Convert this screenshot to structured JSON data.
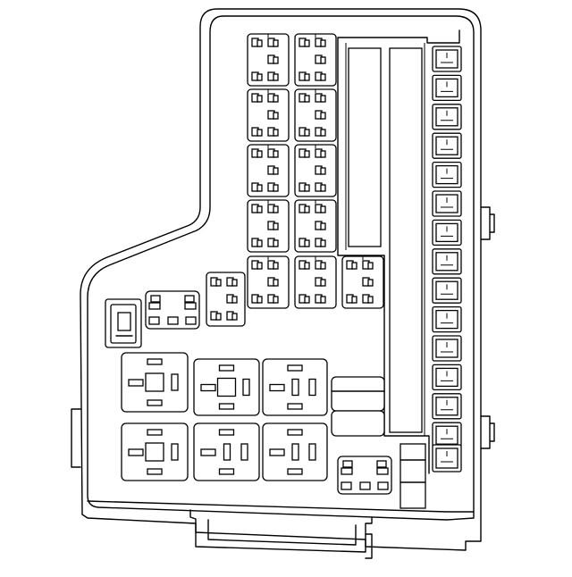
{
  "diagram": {
    "type": "fuse-relay-box-line-drawing",
    "stroke_color": "#000000",
    "background_color": "#ffffff",
    "mini_fuse_blocks": 11,
    "small_relay_sockets": 2,
    "large_relay_sockets": 6,
    "side_fuse_slots": 14,
    "vertical_bus_bars": 2
  }
}
